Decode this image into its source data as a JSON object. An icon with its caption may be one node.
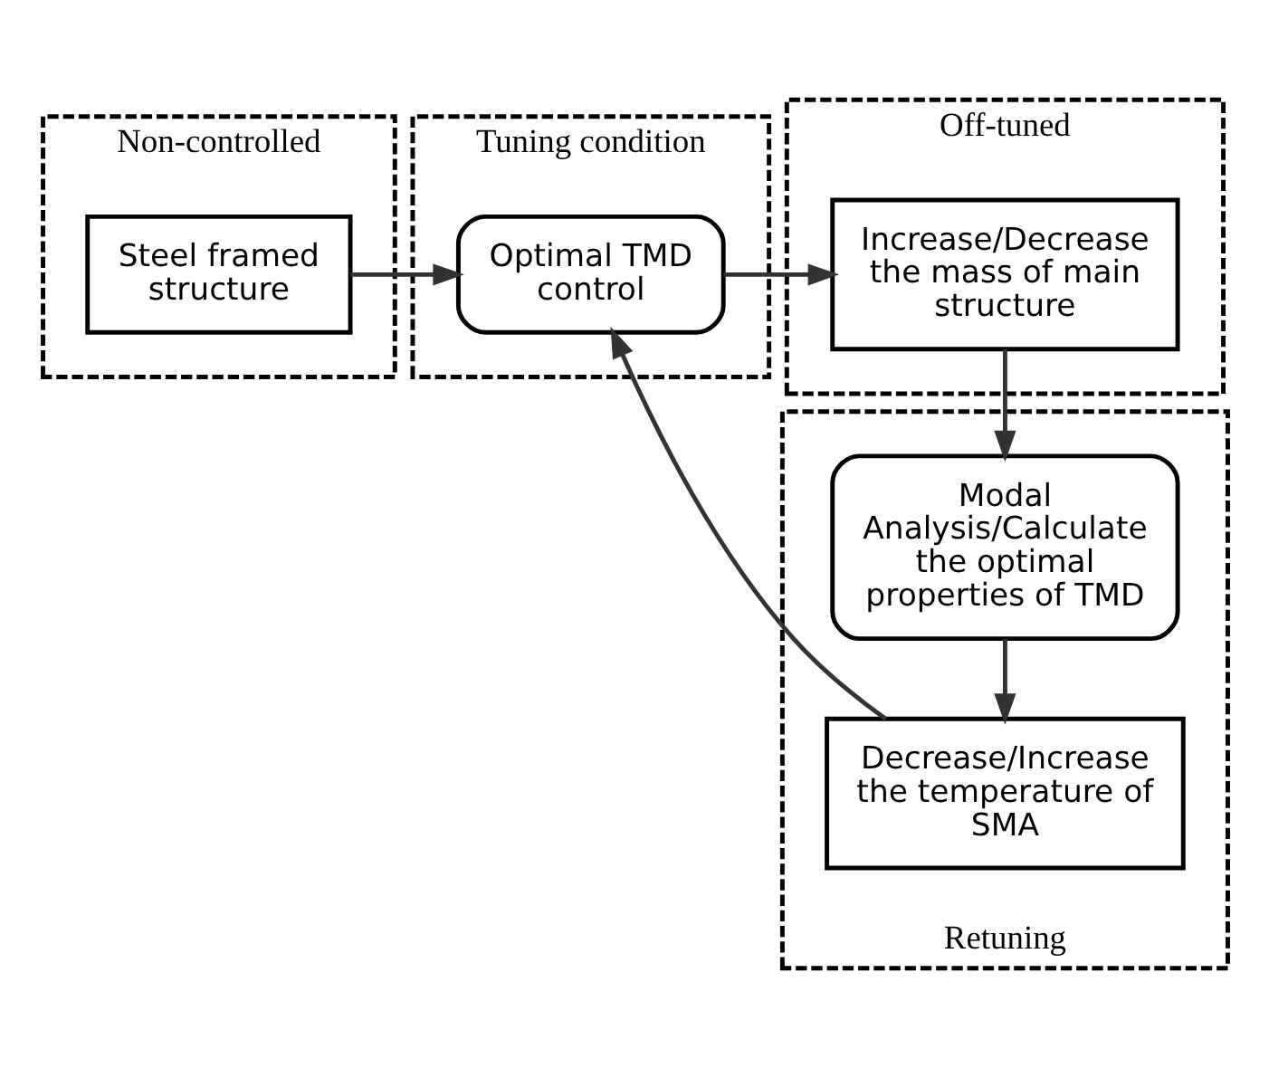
{
  "diagram": {
    "nodes": [
      {
        "text": [
          "Non-controlled"
        ]
      },
      {
        "text": [
          "Steel framed structure"
        ],
        "in": 0
      },
      {
        "text": [
          "Tuning condition"
        ]
      },
      {
        "text": [
          "Optimal TMD control"
        ],
        "in": 2
      },
      {
        "text": [
          "Off-tuned"
        ]
      },
      {
        "text": [
          "Increase/Decrease the mass of main structure"
        ],
        "in": 4
      },
      {
        "text": [
          "Retuning"
        ]
      },
      {
        "text": [
          "Modal Analysis/Calculate the optimal properties of TMD"
        ],
        "in": 6
      },
      {
        "text": [
          "Decrease/Increase the temperature of SMA"
        ],
        "in": 6
      }
    ],
    "edges": [
      {
        "from": 1,
        "to": 3,
        "arrow": "to"
      },
      {
        "from": 3,
        "to": 5,
        "arrow": "to"
      },
      {
        "from": 5,
        "to": 7,
        "arrow": "to"
      },
      {
        "from": 7,
        "to": 8,
        "arrow": "to"
      },
      {
        "from": 8,
        "to": 3,
        "arrow": "to"
      }
    ]
  }
}
